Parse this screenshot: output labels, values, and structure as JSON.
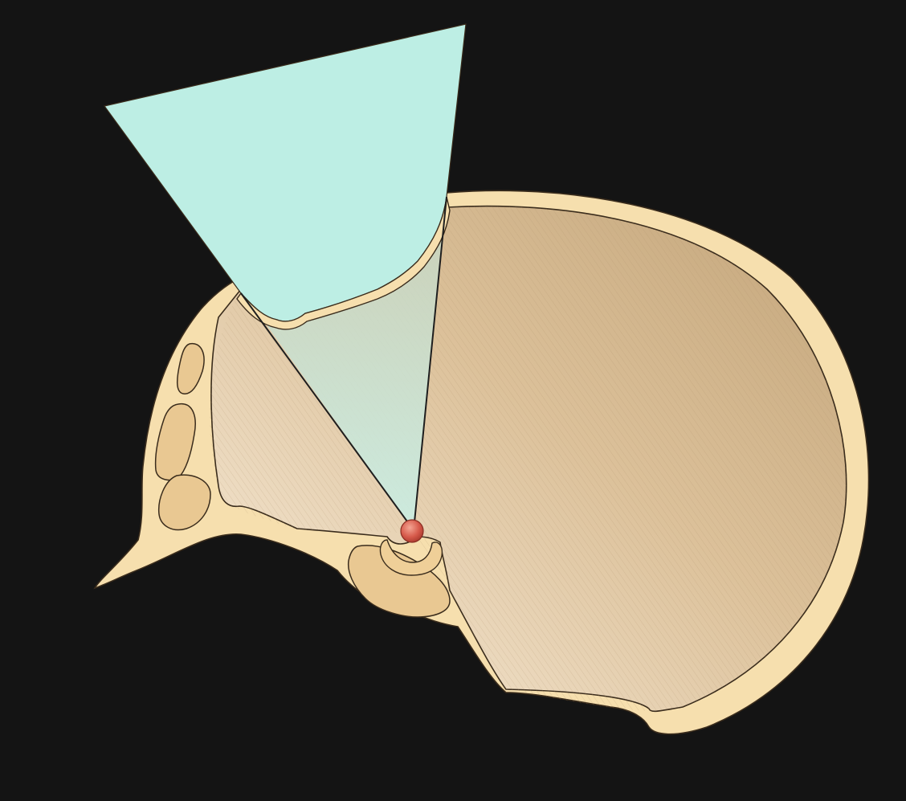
{
  "figure": {
    "colors": {
      "background": "#141414",
      "skull_bone": "#f6dfae",
      "skull_bone_inner": "#efcf98",
      "bone_outline": "#3a2c1c",
      "cranial_cavity_light": "#f7ead6",
      "cranial_cavity_dark": "#c9ac82",
      "sinus_fill": "#e9c892",
      "surgical_corridor": "#bdeee4",
      "corridor_shadow": "#bfe6da",
      "target_point": "#d9584a",
      "target_highlight": "#f2a08e"
    },
    "elements": [
      "skull-section",
      "cranial-cavity",
      "paranasal-sinuses",
      "sphenoid-sinus",
      "surgical-corridor-cone",
      "target-point"
    ]
  }
}
